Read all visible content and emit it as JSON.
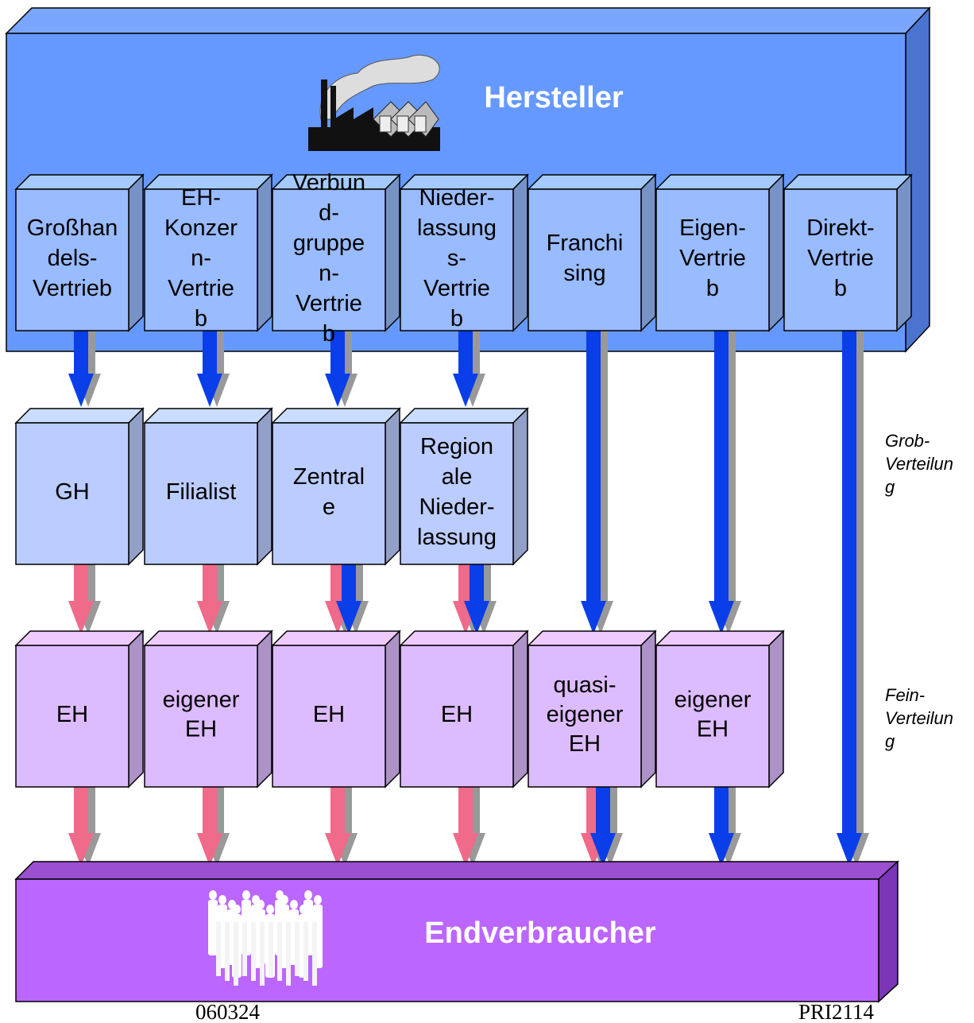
{
  "hersteller": {
    "label": "Hersteller"
  },
  "endverbraucher": {
    "label": "Endverbraucher"
  },
  "channels": [
    {
      "name": "grosshandel",
      "top": [
        "Großhan",
        "dels-",
        "Vertrieb"
      ],
      "mid": [
        "GH"
      ],
      "bottom": [
        "EH"
      ]
    },
    {
      "name": "eh-konzern",
      "top": [
        "EH-",
        "Konzer",
        "n-",
        "Vertrie",
        "b"
      ],
      "mid": [
        "Filialist"
      ],
      "bottom": [
        "eigener",
        "EH"
      ]
    },
    {
      "name": "verbund",
      "top": [
        "Verbun",
        "d-",
        "gruppe",
        "n-",
        "Vertrie",
        "b"
      ],
      "mid": [
        "Zentral",
        "e"
      ],
      "bottom": [
        "EH"
      ]
    },
    {
      "name": "niederlassung",
      "top": [
        "Nieder-",
        "lassung",
        "s-",
        "Vertrie",
        "b"
      ],
      "mid": [
        "Region",
        "ale",
        "Nieder-",
        "lassung"
      ],
      "bottom": [
        "EH"
      ]
    },
    {
      "name": "franchising",
      "top": [
        "Franchi",
        "sing"
      ],
      "mid": [],
      "bottom": [
        "quasi-",
        "eigener",
        "EH"
      ]
    },
    {
      "name": "eigen",
      "top": [
        "Eigen-",
        "Vertrie",
        "b"
      ],
      "mid": [],
      "bottom": [
        "eigener",
        "EH"
      ]
    },
    {
      "name": "direkt",
      "top": [
        "Direkt-",
        "Vertrie",
        "b"
      ],
      "mid": [],
      "bottom": []
    }
  ],
  "side_labels": {
    "grob": [
      "Grob-",
      "Verteilun",
      "g"
    ],
    "fein": [
      "Fein-",
      "Verteilun",
      "g"
    ]
  },
  "footer": {
    "left": "060324",
    "right": "PRI2114"
  },
  "colors": {
    "hersteller_front": "#6699ff",
    "hersteller_top": "#7aa6ff",
    "hersteller_side": "#4a74d0",
    "top_box": "#99bbff",
    "mid_box": "#bbccff",
    "bottom_box": "#ddbbff",
    "endverbraucher_front": "#bb66ff",
    "blue_arrow": "#0a3ee8",
    "red_arrow": "#f06a8a",
    "arrow_shadow": "#999999"
  }
}
